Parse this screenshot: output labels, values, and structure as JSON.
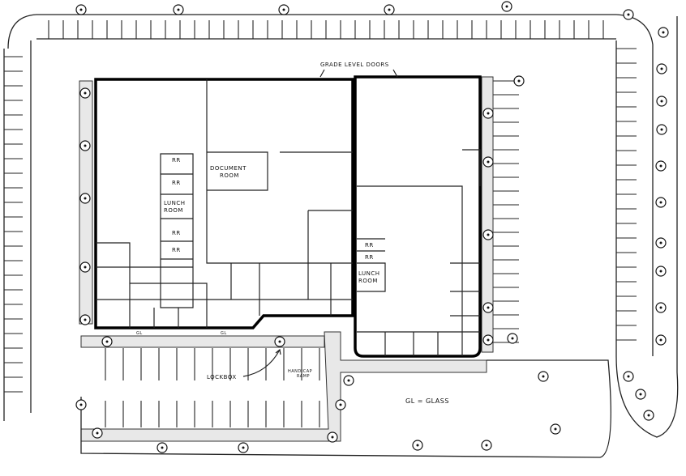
{
  "labels": {
    "grade_level_doors": "GRADE LEVEL DOORS",
    "document_room": [
      "DOCUMENT",
      "ROOM"
    ],
    "lunch_room_left": [
      "LUNCH",
      "ROOM"
    ],
    "lunch_room_right": [
      "LUNCH",
      "ROOM"
    ],
    "rr": "RR",
    "gl": "GL",
    "lockbox": "LOCKBOX",
    "handicap_ramp": [
      "HANDICAP",
      "RAMP"
    ],
    "legend": "GL = GLASS"
  },
  "colors": {
    "line": "#000000",
    "landscape": "#e8e8e8",
    "background": "#ffffff"
  }
}
